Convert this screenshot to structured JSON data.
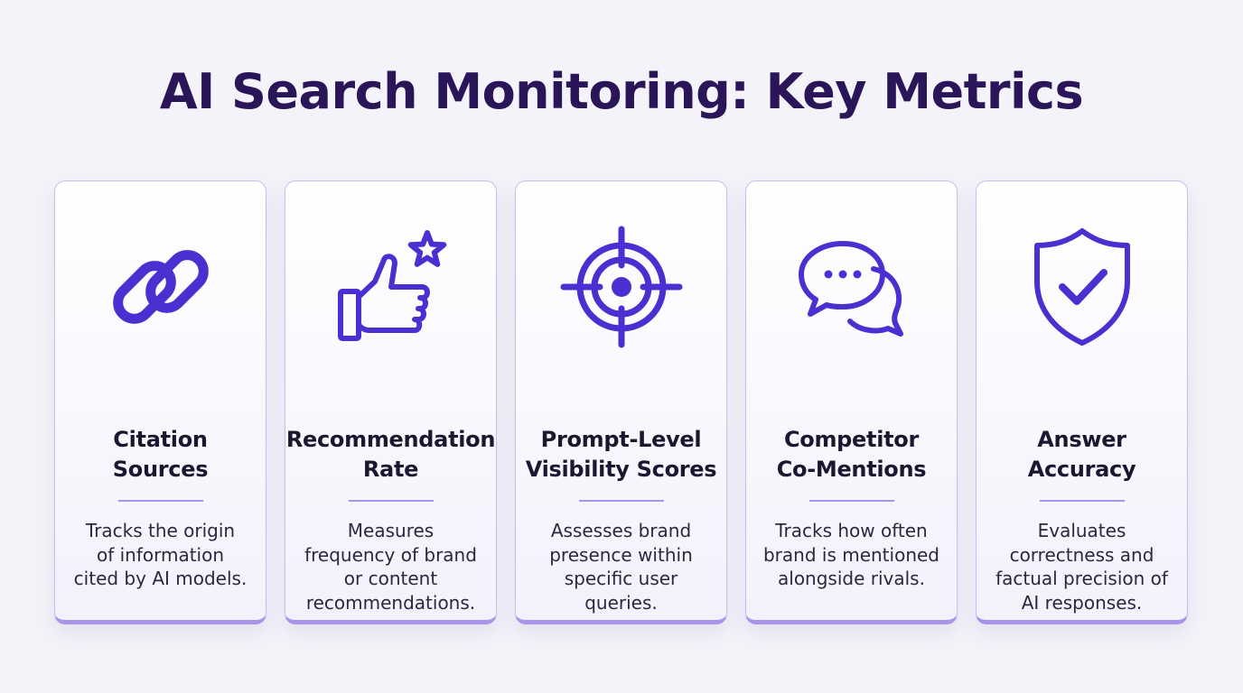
{
  "page": {
    "title": "AI Search Monitoring: Key Metrics"
  },
  "theme": {
    "accent": "#4a2fd1",
    "title_color": "#2a1558",
    "card_border": "#c8bdf0",
    "card_bottom": "#a994ea"
  },
  "cards": [
    {
      "icon": "chain-link-icon",
      "title_lines": [
        "Citation",
        "Sources"
      ],
      "desc_lines": [
        "Tracks the origin",
        "of information",
        "cited by AI models."
      ]
    },
    {
      "icon": "thumbs-up-star-icon",
      "title_lines": [
        "Recommendation",
        "Rate"
      ],
      "desc_lines": [
        "Measures",
        "frequency of brand",
        "or content",
        "recommendations."
      ]
    },
    {
      "icon": "target-crosshair-icon",
      "title_lines": [
        "Prompt-Level",
        "Visibility Scores"
      ],
      "desc_lines": [
        "Assesses brand",
        "presence within",
        "specific user",
        "queries."
      ]
    },
    {
      "icon": "chat-bubbles-icon",
      "title_lines": [
        "Competitor",
        "Co-Mentions"
      ],
      "desc_lines": [
        "Tracks how often",
        "brand is mentioned",
        "alongside rivals."
      ]
    },
    {
      "icon": "shield-check-icon",
      "title_lines": [
        "Answer",
        "Accuracy"
      ],
      "desc_lines": [
        "Evaluates",
        "correctness and",
        "factual precision of",
        "AI responses."
      ]
    }
  ]
}
